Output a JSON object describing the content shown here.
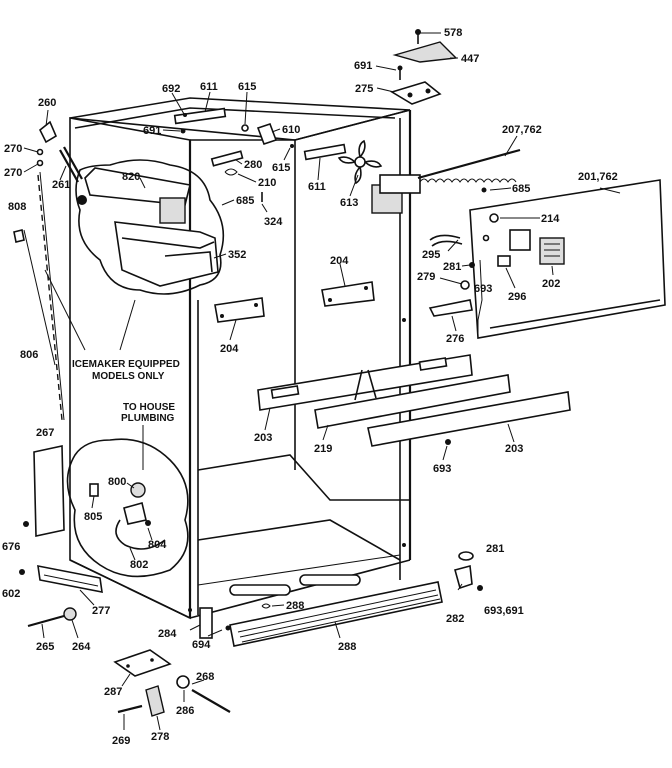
{
  "labels": {
    "p578": "578",
    "p447": "447",
    "p691a": "691",
    "p275": "275",
    "p692": "692",
    "p611a": "611",
    "p615a": "615",
    "p691b": "691",
    "p610": "610",
    "p615b": "615",
    "p280": "280",
    "p210": "210",
    "p611b": "611",
    "p613": "613",
    "p207_762": "207,762",
    "p685a": "685",
    "p201_762": "201,762",
    "p260": "260",
    "p270a": "270",
    "p270b": "270",
    "p261": "261",
    "p820": "820",
    "p685b": "685",
    "p324": "324",
    "p808": "808",
    "p352": "352",
    "p214": "214",
    "p295": "295",
    "p281a": "281",
    "p279": "279",
    "p693a": "693",
    "p296": "296",
    "p202": "202",
    "p204a": "204",
    "p204b": "204",
    "p276": "276",
    "p806": "806",
    "p203a": "203",
    "p219": "219",
    "p203b": "203",
    "p693b": "693",
    "p267": "267",
    "p800": "800",
    "p805": "805",
    "p804": "804",
    "p802": "802",
    "p676": "676",
    "p281b": "281",
    "p602": "602",
    "p277": "277",
    "p282": "282",
    "p693_691": "693,691",
    "p288a": "288",
    "p284": "284",
    "p694": "694",
    "p288b": "288",
    "p265": "265",
    "p264": "264",
    "p268": "268",
    "p287": "287",
    "p286": "286",
    "p269": "269",
    "p278": "278"
  },
  "notes": {
    "icemaker_line1": "ICEMAKER EQUIPPED",
    "icemaker_line2": "MODELS ONLY",
    "plumbing_line1": "TO HOUSE",
    "plumbing_line2": "PLUMBING"
  }
}
